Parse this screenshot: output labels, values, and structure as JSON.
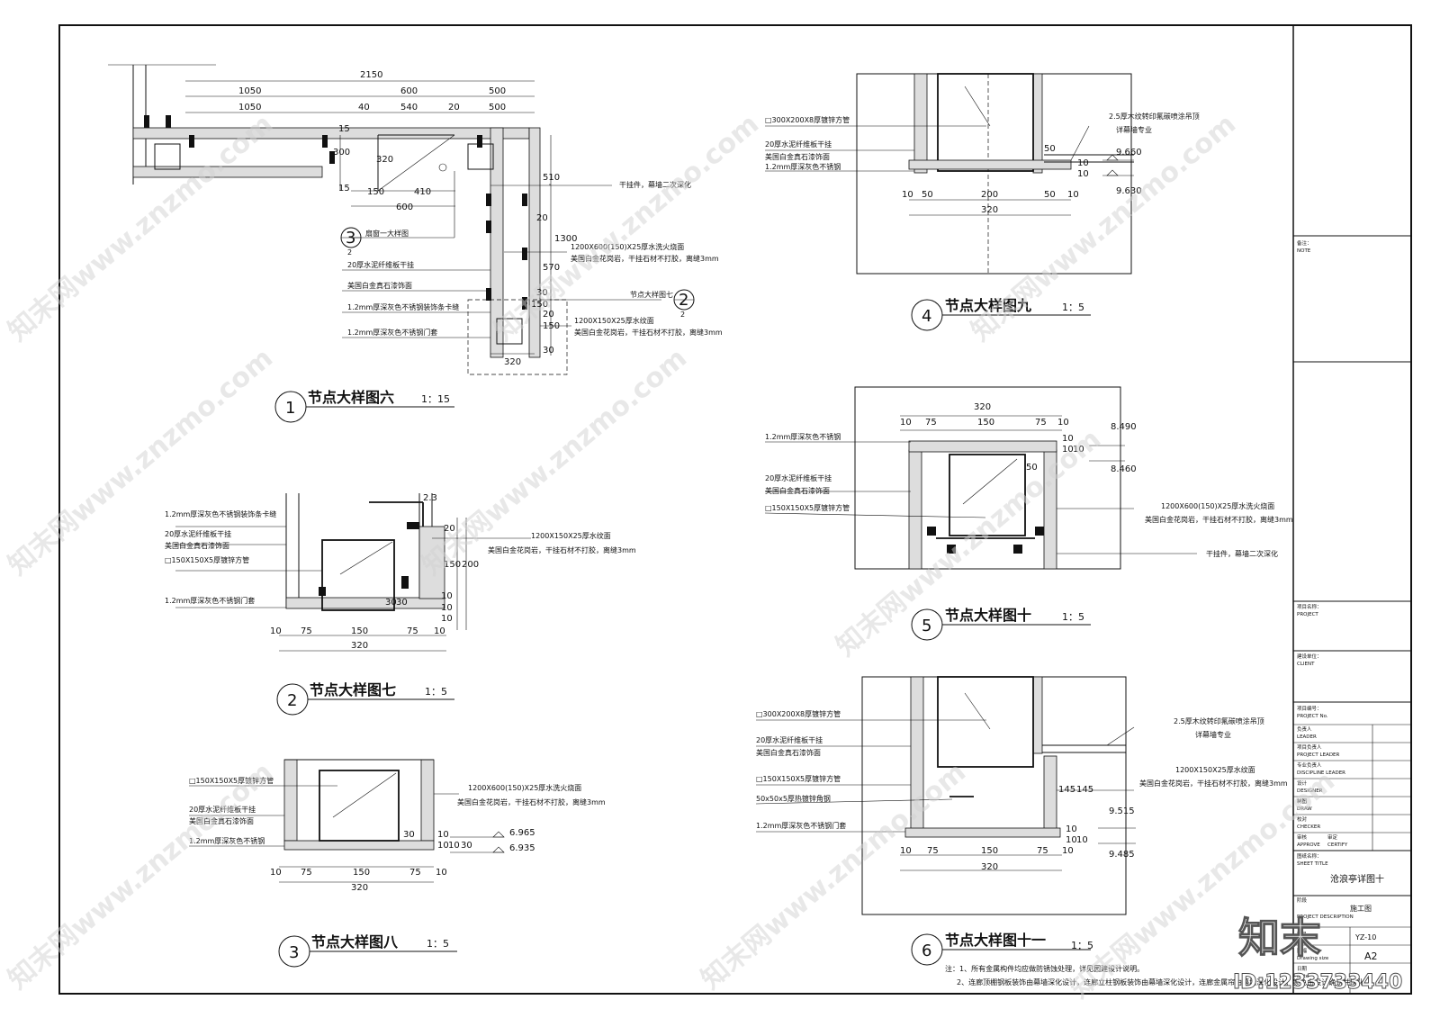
{
  "details": [
    {
      "num": "1",
      "title": "节点大样图六",
      "scale": "1：15"
    },
    {
      "num": "2",
      "title": "节点大样图七",
      "scale": "1：5"
    },
    {
      "num": "3",
      "title": "节点大样图八",
      "scale": "1：5"
    },
    {
      "num": "4",
      "title": "节点大样图九",
      "scale": "1：5"
    },
    {
      "num": "5",
      "title": "节点大样图十",
      "scale": "1：5"
    },
    {
      "num": "6",
      "title": "节点大样图十一",
      "scale": "1：5"
    }
  ],
  "d1": {
    "dims": [
      "2150",
      "1050",
      "600",
      "500",
      "1050",
      "40",
      "540",
      "20",
      "500",
      "15",
      "300",
      "15",
      "320",
      "150",
      "410",
      "600",
      "510",
      "1300",
      "570",
      "20",
      "150",
      "30",
      "320",
      "20",
      "30",
      "150"
    ],
    "ref_a_num": "3",
    "ref_a_sub": "2",
    "ref_a_text": "扇窗一大样图",
    "ref_b_num": "2",
    "ref_b_sub": "2",
    "ref_b_text": "节点大样图七",
    "ann1": "干挂件，幕墙二次深化",
    "ann2a": "1200X600(150)X25厚水洗火烧面",
    "ann2b": "美国白金花岗岩，干挂石材不打胶，离缝3mm",
    "ann3a": "1200X150X25厚水纹面",
    "ann3b": "美国白金花岗岩，干挂石材不打胶，离缝3mm",
    "l1": "20厚水泥纤维板干挂",
    "l2": "美国白金真石漆饰面",
    "l3": "1.2mm厚深灰色不锈钢装饰条卡缝",
    "l4": "1.2mm厚深灰色不锈钢门套"
  },
  "d2": {
    "l1": "1.2mm厚深灰色不锈钢装饰条卡缝",
    "l2": "20厚水泥纤维板干挂",
    "l3": "美国白金真石漆饰面",
    "l4": "□150X150X5厚镀锌方管",
    "l5": "1.2mm厚深灰色不锈钢门套",
    "r1": "1200X150X25厚水纹面",
    "r2": "美国白金花岗岩，干挂石材不打胶，离缝3mm",
    "dims": [
      "10",
      "75",
      "150",
      "75",
      "10",
      "320",
      "20",
      "150",
      "200",
      "10",
      "30",
      "10",
      "10",
      "30",
      "2.3"
    ]
  },
  "d3": {
    "l1": "□150X150X5厚镀锌方管",
    "l2": "20厚水泥纤维板干挂",
    "l3": "美国白金真石漆饰面",
    "l4": "1.2mm厚深灰色不锈钢",
    "r1": "1200X600(150)X25厚水洗火烧面",
    "r2": "美国白金花岗岩，干挂石材不打胶，离缝3mm",
    "dims": [
      "10",
      "75",
      "150",
      "75",
      "10",
      "320",
      "30",
      "10",
      "10",
      "10",
      "30"
    ],
    "el1": "6.965",
    "el2": "6.935"
  },
  "d4": {
    "l1": "□300X200X8厚镀锌方管",
    "l2": "20厚水泥纤维板干挂",
    "l3": "美国白金真石漆饰面",
    "l4": "1.2mm厚深灰色不锈钢",
    "r1": "2.5厚木纹转印氟碳喷涂吊顶",
    "r2": "详幕墙专业",
    "dims": [
      "10",
      "50",
      "200",
      "50",
      "10",
      "320",
      "50",
      "10",
      "10"
    ],
    "el1": "9.660",
    "el2": "9.630"
  },
  "d5": {
    "l1": "1.2mm厚深灰色不锈钢",
    "l2": "20厚水泥纤维板干挂",
    "l3": "美国白金真石漆饰面",
    "l4": "□150X150X5厚镀锌方管",
    "r1": "1200X600(150)X25厚水洗火烧面",
    "r2": "美国白金花岗岩，干挂石材不打胶，离缝3mm",
    "r3": "干挂件，幕墙二次深化",
    "dims": [
      "320",
      "10",
      "75",
      "150",
      "75",
      "10",
      "50",
      "10",
      "10",
      "10"
    ],
    "el1": "8.490",
    "el2": "8.460"
  },
  "d6": {
    "l1": "□300X200X8厚镀锌方管",
    "l2": "20厚水泥纤维板干挂",
    "l3": "美国白金真石漆饰面",
    "l4": "□150X150X5厚镀锌方管",
    "l5": "50x50x5厚热镀锌角钢",
    "l6": "1.2mm厚深灰色不锈钢门套",
    "r1": "2.5厚木纹转印氟碳喷涂吊顶",
    "r2": "详幕墙专业",
    "r3": "1200X150X25厚水纹面",
    "r4": "美国白金花岗岩，干挂石材不打胶，离缝3mm",
    "dims": [
      "10",
      "75",
      "150",
      "75",
      "10",
      "320",
      "145",
      "145",
      "10",
      "10",
      "10"
    ],
    "el1": "9.515",
    "el2": "9.485"
  },
  "notes": {
    "line1": "注：1、所有金属构件均应做防锈蚀处理，详见园建设计说明。",
    "line2": "2、连廊顶棚钢板装饰由幕墙深化设计，连廊立柱钢板装饰由幕墙深化设计，连廊金属帘由幕墙深化设计，颜色由设计确认并深化"
  },
  "titleblock": {
    "note_cn": "备注：",
    "note_en": "NOTE",
    "project_cn": "项目名称：",
    "project_en": "PROJECT",
    "client_cn": "建设单位：",
    "client_en": "CLIENT",
    "projno_cn": "项目编号：",
    "projno_en": "PROJECT No.",
    "leader_cn": "负责人",
    "leader_en": "LEADER",
    "pl_cn": "项目负责人",
    "pl_en": "PROJECT LEADER",
    "dl_cn": "专业负责人",
    "dl_en": "DISCIPLINE LEADER",
    "designer_cn": "设计",
    "designer_en": "DESIGNER",
    "draw_cn": "制图",
    "draw_en": "DRAW",
    "checker_cn": "校对",
    "checker_en": "CHECKER",
    "approve_cn": "审核",
    "approve_en": "APPROVE",
    "certify_cn": "审定",
    "certify_en": "CERTIFY",
    "sheet_cn": "图纸名称：",
    "sheet_en": "SHEET TITLE",
    "sheet_title": "沧浪亭详图十",
    "stage_cn": "阶段",
    "stage_val": "施工图",
    "desc_en": "PROJECT DESCRIPTION",
    "no_label": "图号",
    "no_val": "YZ-10",
    "size_cn": "图幅",
    "size_en": "Drawing size",
    "size_val": "A2",
    "date_cn": "日期",
    "date_en": "Date"
  },
  "watermark": {
    "site": "知末网www.znzmo.com",
    "logo": "知末",
    "id": "ID:1233733440"
  }
}
